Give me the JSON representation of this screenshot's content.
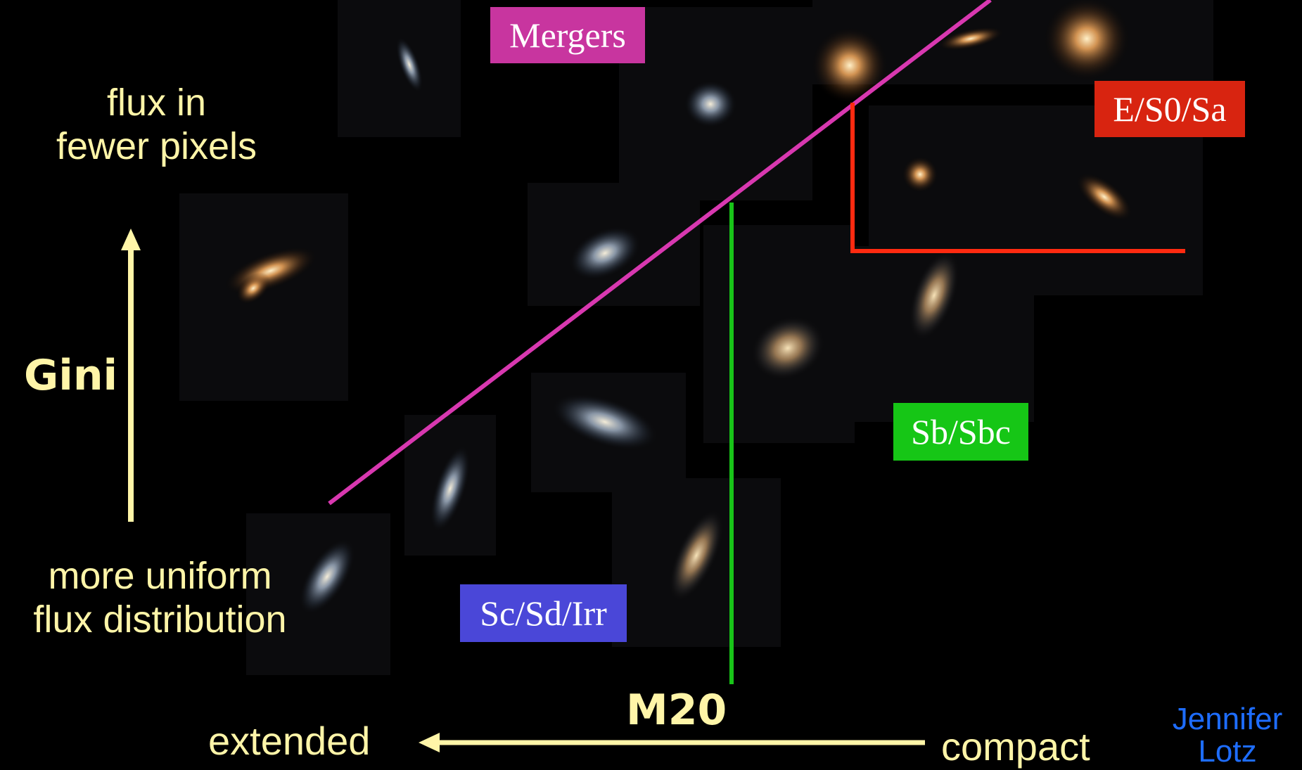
{
  "axes": {
    "y_top_text_line1": "flux in",
    "y_top_text_line2": "fewer pixels",
    "y_axis_label": "Gini",
    "y_bottom_text_line1": "more uniform",
    "y_bottom_text_line2": "flux distribution",
    "x_axis_label": "M20",
    "x_left_text": "extended",
    "x_right_text": "compact"
  },
  "regions": [
    {
      "label": "Mergers",
      "color": "#c8359f",
      "line_color": "#d838b0"
    },
    {
      "label": "E/S0/Sa",
      "color": "#d82410",
      "line_color": "#ff2a10"
    },
    {
      "label": "Sb/Sbc",
      "color": "#16c616",
      "line_color": "#18c418"
    },
    {
      "label": "Sc/Sd/Irr",
      "color": "#4a47d8"
    }
  ],
  "credit": {
    "line1": "Jennifer",
    "line2": "Lotz",
    "color": "#1e6dff"
  },
  "colors": {
    "axis_text": "#fff5a8",
    "background": "#000000"
  }
}
